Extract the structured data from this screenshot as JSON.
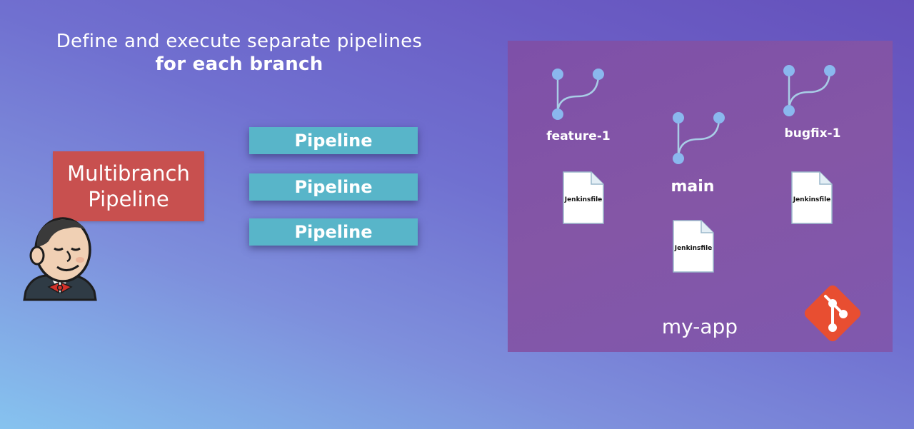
{
  "headline": {
    "line1": "Define and execute separate pipelines",
    "line2": "for each branch"
  },
  "multibranch": {
    "line1": "Multibranch",
    "line2": "Pipeline"
  },
  "pipelines": [
    "Pipeline",
    "Pipeline",
    "Pipeline"
  ],
  "repo": {
    "name": "my-app",
    "branches": [
      {
        "name": "feature-1",
        "file": "Jenkinsfile"
      },
      {
        "name": "main",
        "file": "Jenkinsfile"
      },
      {
        "name": "bugfix-1",
        "file": "Jenkinsfile"
      }
    ]
  },
  "colors": {
    "multibranch_box": "#c8504f",
    "pipeline_box": "#58b5c9",
    "repo_panel": "#8456a6",
    "branch_node": "#8ab8ee",
    "git_logo": "#e84e31"
  },
  "icons": [
    "jenkins-logo-icon",
    "git-branch-icon",
    "file-icon",
    "git-logo-icon"
  ]
}
